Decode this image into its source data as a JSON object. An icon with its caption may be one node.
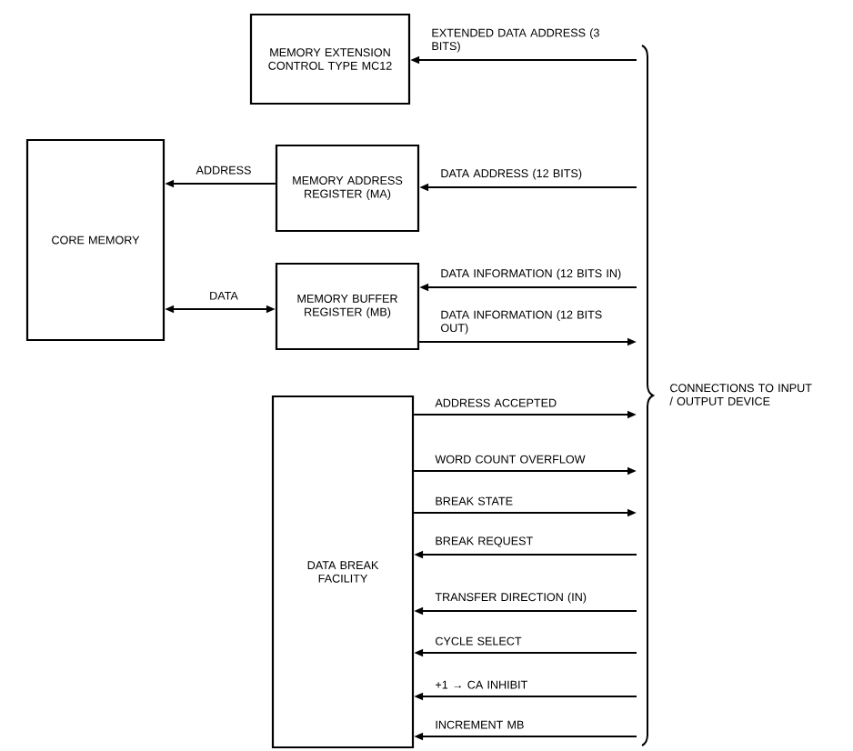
{
  "diagram": {
    "nodes": [
      {
        "text": [
          "MEMORY EXTENSION CONTROL TYPE MC12"
        ]
      },
      {
        "text": [
          "CORE MEMORY"
        ]
      },
      {
        "text": [
          "MEMORY ADDRESS REGISTER (MA)"
        ]
      },
      {
        "text": [
          "MEMORY BUFFER REGISTER (MB)"
        ]
      },
      {
        "text": [
          "DATA BREAK FACILITY"
        ]
      }
    ],
    "edges": [
      {
        "from": null,
        "to": 0,
        "arrow": "to",
        "label": "EXTENDED DATA ADDRESS (3 BITS)"
      },
      {
        "from": 2,
        "to": 1,
        "arrow": "to",
        "label": "ADDRESS"
      },
      {
        "from": null,
        "to": 2,
        "arrow": "to",
        "label": "DATA ADDRESS (12 BITS)"
      },
      {
        "from": 1,
        "to": 3,
        "arrow": "both",
        "label": "DATA"
      },
      {
        "from": null,
        "to": 3,
        "arrow": "to",
        "label": "DATA INFORMATION (12 BITS IN)"
      },
      {
        "from": 3,
        "to": null,
        "arrow": "to",
        "label": "DATA INFORMATION (12 BITS OUT)"
      },
      {
        "from": 4,
        "to": null,
        "arrow": "to",
        "label": "ADDRESS ACCEPTED"
      },
      {
        "from": 4,
        "to": null,
        "arrow": "to",
        "label": "WORD COUNT OVERFLOW"
      },
      {
        "from": 4,
        "to": null,
        "arrow": "to",
        "label": "BREAK STATE"
      },
      {
        "from": null,
        "to": 4,
        "arrow": "to",
        "label": "BREAK REQUEST"
      },
      {
        "from": null,
        "to": 4,
        "arrow": "to",
        "label": "TRANSFER DIRECTION (IN)"
      },
      {
        "from": null,
        "to": 4,
        "arrow": "to",
        "label": "CYCLE SELECT"
      },
      {
        "from": null,
        "to": 4,
        "arrow": "to",
        "label": "+1 → CA INHIBIT"
      },
      {
        "from": null,
        "to": 4,
        "arrow": "to",
        "label": "INCREMENT MB"
      }
    ],
    "labels": [
      "CONNECTIONS TO INPUT / OUTPUT DEVICE"
    ]
  }
}
